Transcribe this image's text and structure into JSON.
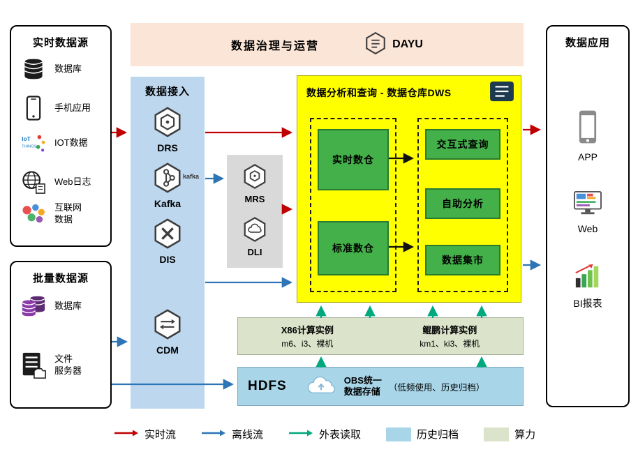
{
  "colors": {
    "realtime_flow": "#c00000",
    "offline_flow": "#2e75b6",
    "external_read": "#00a87e",
    "history_archive": "#a8d5e8",
    "compute_power": "#dbe3ca",
    "dws_background": "#ffff00",
    "green_module": "#43b049",
    "banner_background": "#fbe5d6",
    "ingest_background": "#bdd7ee"
  },
  "realtime_sources": {
    "title": "实时数据源",
    "items": [
      {
        "label": "数据库",
        "icon": "database-icon"
      },
      {
        "label": "手机应用",
        "icon": "phone-icon"
      },
      {
        "label": "IOT数据",
        "icon": "iot-icon"
      },
      {
        "label": "Web日志",
        "icon": "web-log-icon"
      },
      {
        "label": "互联网\n数据",
        "icon": "internet-data-icon"
      }
    ]
  },
  "batch_sources": {
    "title": "批量数据源",
    "items": [
      {
        "label": "数据库",
        "icon": "batch-database-icon"
      },
      {
        "label": "文件\n服务器",
        "icon": "file-server-icon"
      }
    ]
  },
  "governance": {
    "title": "数据治理与运营",
    "product": "DAYU"
  },
  "ingestion": {
    "title": "数据接入",
    "services": [
      {
        "name": "DRS"
      },
      {
        "name": "Kafka",
        "badge": "kafka"
      },
      {
        "name": "DIS"
      },
      {
        "name": "CDM"
      }
    ]
  },
  "processing": {
    "services": [
      {
        "name": "MRS"
      },
      {
        "name": "DLI"
      }
    ]
  },
  "dws": {
    "title": "数据分析和查询 - 数据仓库DWS",
    "warehouses": [
      {
        "label": "实时数仓"
      },
      {
        "label": "标准数仓"
      }
    ],
    "analytics": [
      {
        "label": "交互式查询"
      },
      {
        "label": "自助分析"
      },
      {
        "label": "数据集市"
      }
    ]
  },
  "compute": {
    "x86": {
      "title": "X86计算实例",
      "detail": "m6、i3、裸机"
    },
    "kunpeng": {
      "title": "鲲鹏计算实例",
      "detail": "km1、ki3、裸机"
    }
  },
  "storage": {
    "hdfs": "HDFS",
    "obs": "OBS统一\n数据存储",
    "note": "（低频使用、历史归档）"
  },
  "applications": {
    "title": "数据应用",
    "items": [
      {
        "label": "APP"
      },
      {
        "label": "Web"
      },
      {
        "label": "BI报表"
      }
    ]
  },
  "legend": {
    "realtime": "实时流",
    "offline": "离线流",
    "external": "外表读取",
    "archive": "历史归档",
    "compute": "算力"
  }
}
